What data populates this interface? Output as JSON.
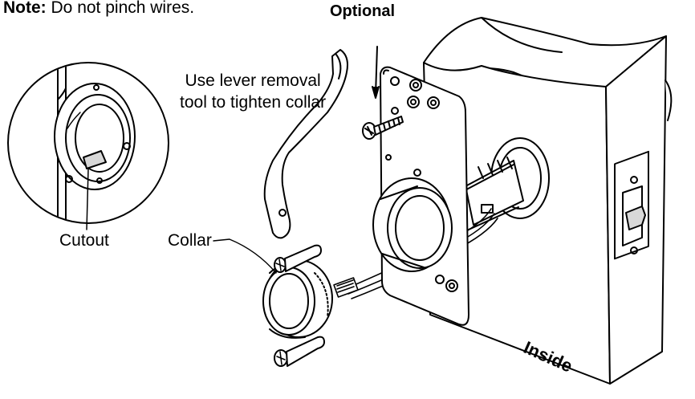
{
  "note": {
    "label": "Note:",
    "text": "Do not pinch wires."
  },
  "callouts": {
    "optional": "Optional",
    "lever_line1": "Use lever removal",
    "lever_line2": "tool to tighten collar",
    "cutout": "Cutout",
    "collar": "Collar",
    "inside": "Inside"
  },
  "colors": {
    "line": "#000000",
    "fill": "#ffffff",
    "shade": "#d8d8d8"
  }
}
